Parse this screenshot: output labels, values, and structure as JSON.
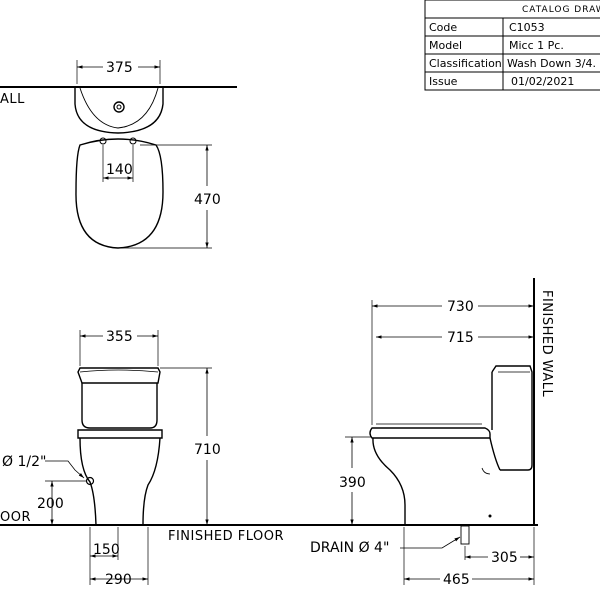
{
  "info_table": {
    "header": "CATALOG  DRAWI",
    "rows": [
      {
        "label": "Code",
        "value": "C1053"
      },
      {
        "label": "Model",
        "value": "Micc  1  Pc."
      },
      {
        "label": "Classification",
        "value": "Wash  Down  3/4."
      },
      {
        "label": "Issue",
        "value": "01/02/2021"
      }
    ]
  },
  "labels": {
    "wall_top": "ALL",
    "finished_wall": "FINISHED WALL",
    "finished_floor": "FINISHED FLOOR",
    "floor_left": "OOR",
    "supply": "Ø 1/2\"",
    "drain": "DRAIN Ø 4\""
  },
  "dimensions": {
    "top_width": "375",
    "top_inlet": "140",
    "top_depth": "470",
    "front_width": "355",
    "front_height": "710",
    "supply_height": "200",
    "front_offset": "150",
    "front_base": "290",
    "side_total": "730",
    "side_seat": "715",
    "seat_height": "390",
    "drain_offset": "305",
    "side_base": "465"
  }
}
